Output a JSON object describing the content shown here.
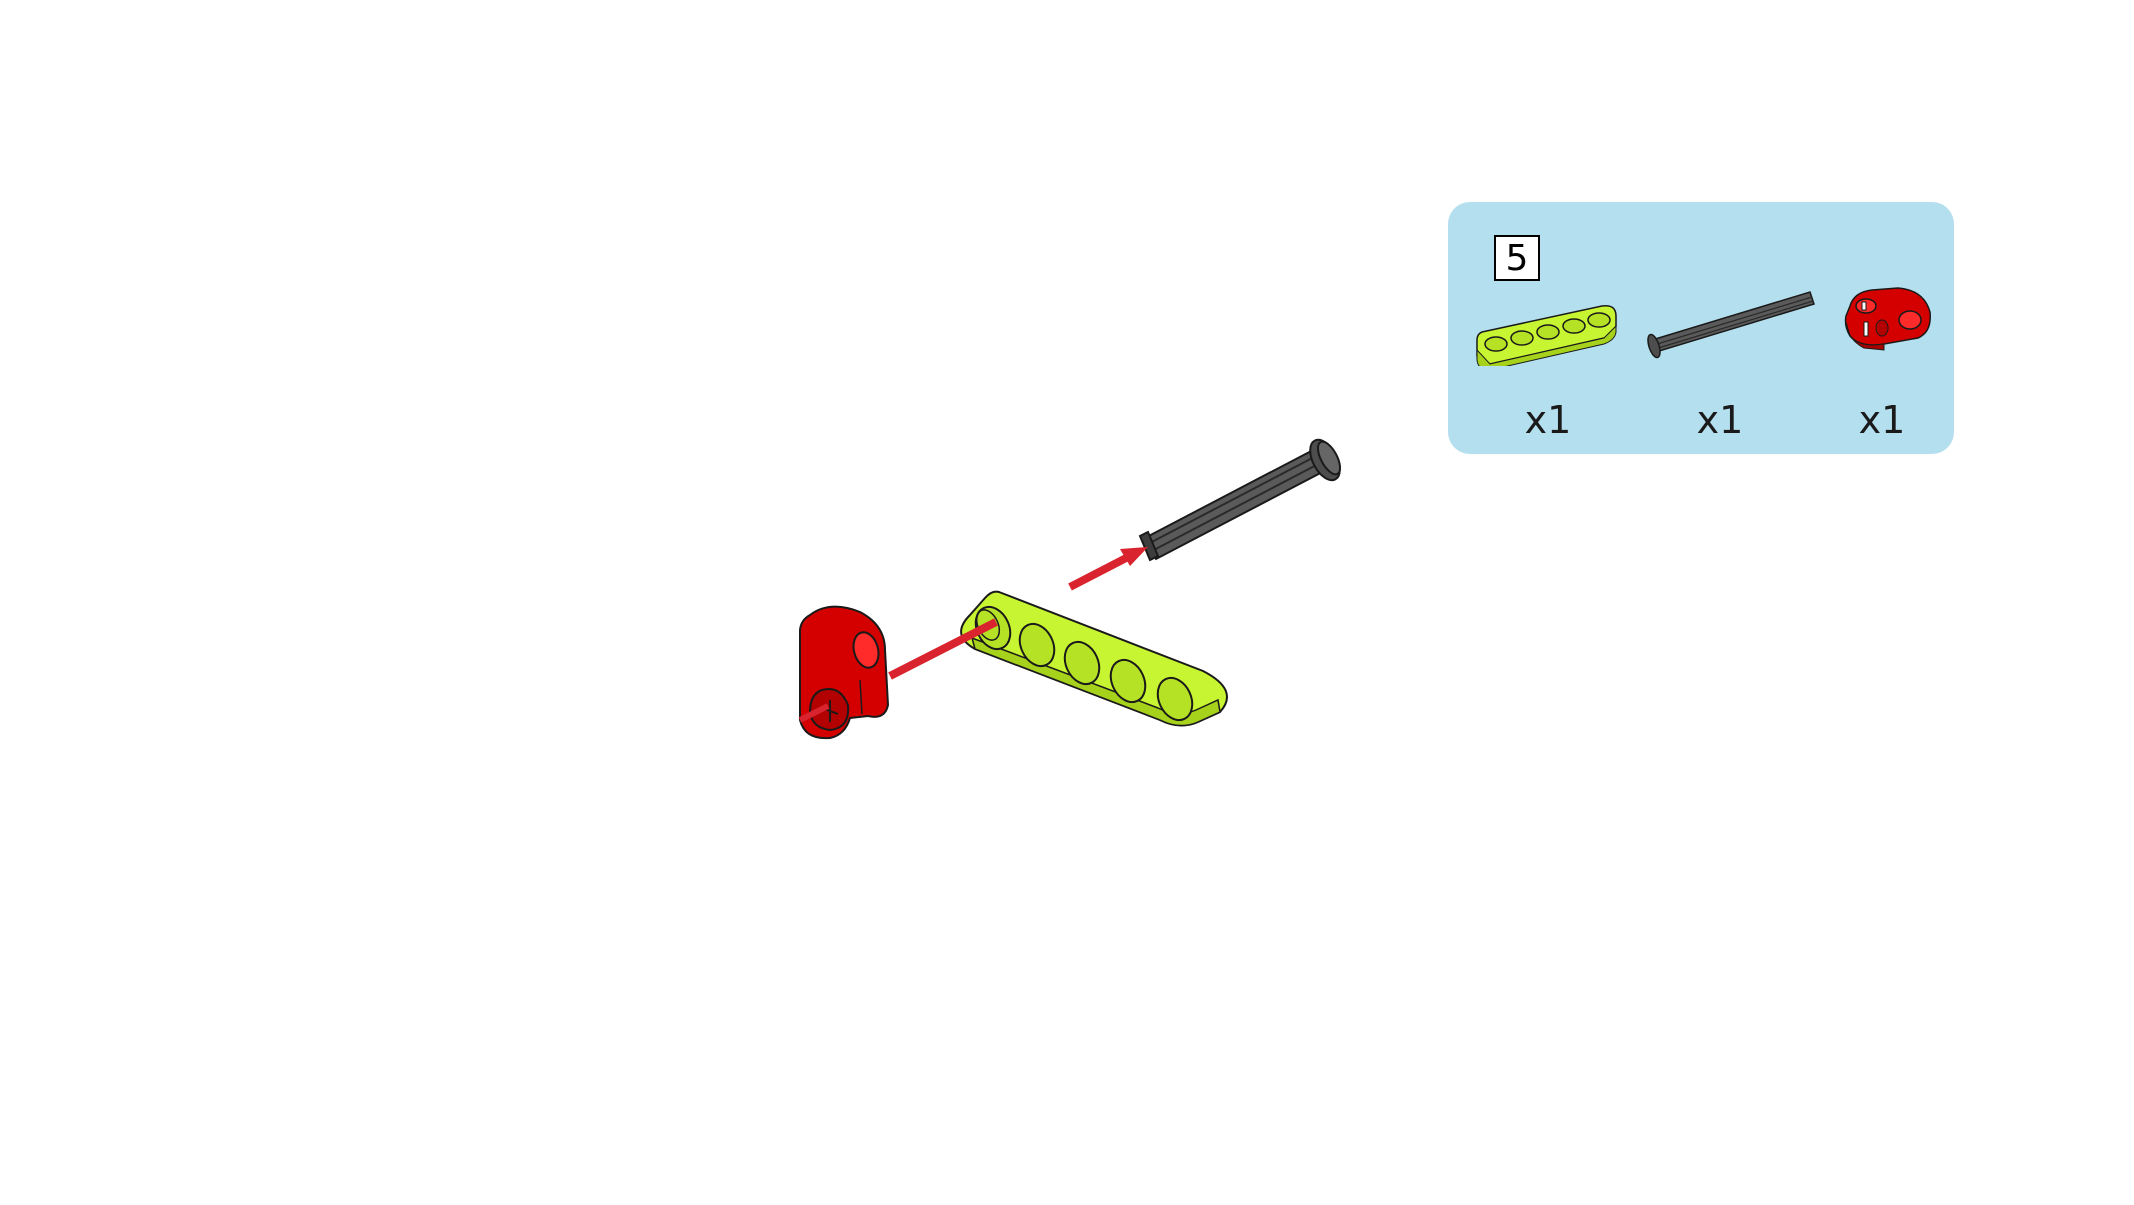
{
  "step": {
    "number": "5"
  },
  "parts": [
    {
      "icon": "lime-liftarm-5-icon",
      "quantity": "x1",
      "color": "#c8f531"
    },
    {
      "icon": "grey-axle-with-stop-icon",
      "quantity": "x1",
      "color": "#5d5d5d"
    },
    {
      "icon": "red-axle-pin-connector-icon",
      "quantity": "x1",
      "color": "#d40000"
    }
  ],
  "colors": {
    "panel_background": "#b4dfee",
    "arrow": "#d9232e",
    "liftarm": "#c8f531",
    "axle": "#5d5d5d",
    "connector": "#d40000"
  }
}
